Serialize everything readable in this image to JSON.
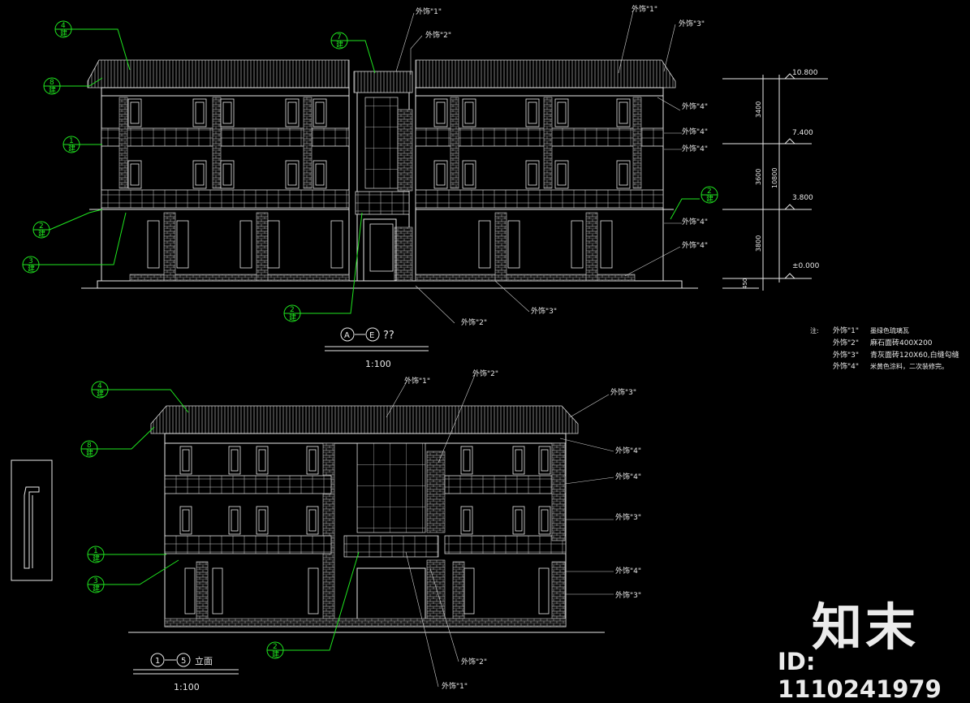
{
  "elevation_top": {
    "title_axes_left": "A",
    "title_axes_right": "E",
    "title_suffix": "??",
    "scale": "1:100",
    "callouts": [
      "外饰\"1\"",
      "外饰\"2\"",
      "外饰\"3\"",
      "外饰\"4\"",
      "外饰\"4\"",
      "外饰\"4\"",
      "外饰\"4\"",
      "外饰\"4\"",
      "外饰\"2\"",
      "外饰\"3\""
    ],
    "levels": [
      "10.800",
      "7.400",
      "3.800",
      "±0.000"
    ],
    "dims": [
      "3400",
      "3600",
      "3800",
      "10800",
      "450"
    ]
  },
  "elevation_bottom": {
    "title_axis_left": "1",
    "title_axis_right": "5",
    "title_word": "立面",
    "scale": "1:100",
    "callouts": [
      "外饰\"1\"",
      "外饰\"2\"",
      "外饰\"3\"",
      "外饰\"4\"",
      "外饰\"4\"",
      "外饰\"3\"",
      "外饰\"4\"",
      "外饰\"3\"",
      "外饰\"2\"",
      "外饰\"1\""
    ]
  },
  "index_labels": [
    "4",
    "8",
    "1",
    "2",
    "3",
    "7",
    "2"
  ],
  "index_sub": "建",
  "notes": {
    "prefix": "注:",
    "items": [
      {
        "tag": "外饰\"1\"",
        "text": "墨绿色琉璃瓦"
      },
      {
        "tag": "外饰\"2\"",
        "text": "麻石面砖400X200"
      },
      {
        "tag": "外饰\"3\"",
        "text": "青灰面砖120X60,白缝勾缝"
      },
      {
        "tag": "外饰\"4\"",
        "text": "米黄色涂料，二次装修完。"
      }
    ]
  },
  "watermark": {
    "brand": "知末",
    "id": "ID: 1110241979"
  },
  "colors": {
    "background": "#000000",
    "lines": "#e8e8e8",
    "callout": "#1fe61f"
  }
}
